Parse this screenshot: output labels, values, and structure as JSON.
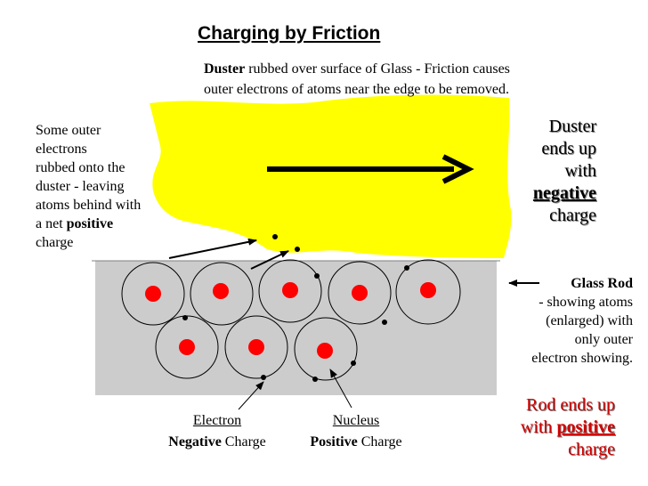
{
  "title": "Charging by Friction",
  "intro": {
    "lead": "Duster",
    "line1_rest": " rubbed over surface of Glass - Friction causes",
    "line2": "outer electrons of atoms near the edge to be removed."
  },
  "left_note": {
    "line1": "Some outer",
    "line2": "electrons",
    "line3": "rubbed onto the",
    "line4": "duster - leaving",
    "line5": "atoms behind with",
    "line6_pre": "a net ",
    "line6_bold": "positive",
    "line7": "charge"
  },
  "duster_note": {
    "line1": "Duster",
    "line2": "ends up",
    "line3": "with",
    "line4": "negative",
    "line5": "charge"
  },
  "glass_note": {
    "line1": "Glass Rod",
    "line2": "- showing atoms",
    "line3": "(enlarged) with",
    "line4": "only outer",
    "line5": "electron showing."
  },
  "rod_note": {
    "line1": "Rod ends up",
    "line2_pre": "with ",
    "line2_u": "positive",
    "line3": "charge"
  },
  "electron_label": {
    "name": "Electron",
    "bold": "Negative",
    "rest": " Charge"
  },
  "nucleus_label": {
    "name": "Nucleus",
    "bold": "Positive",
    "rest": " Charge"
  },
  "colors": {
    "duster": "#ffff00",
    "glass": "#cccccc",
    "nucleus": "#ff0000",
    "rod_text": "#d00000"
  }
}
